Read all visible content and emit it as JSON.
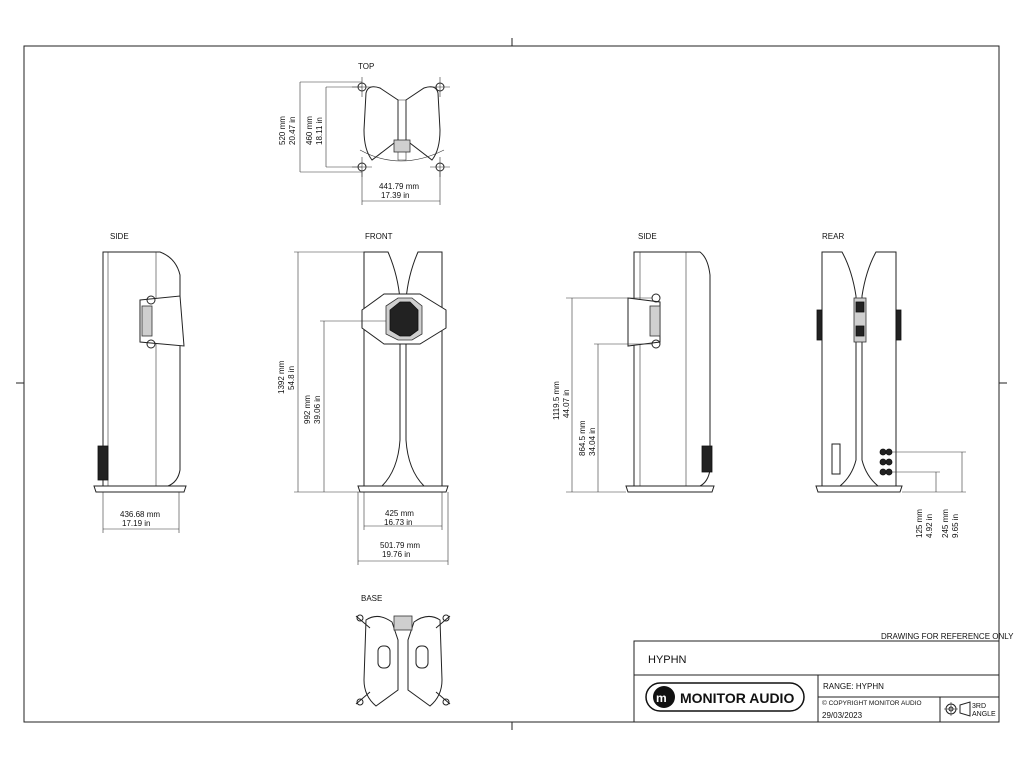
{
  "views": {
    "top": "TOP",
    "side_left": "SIDE",
    "front": "FRONT",
    "side_right": "SIDE",
    "rear": "REAR",
    "base": "BASE"
  },
  "dimensions": {
    "top_depth_outer": [
      "520 mm",
      "20.47 in"
    ],
    "top_depth_inner": [
      "460 mm",
      "18.11 in"
    ],
    "top_width": [
      "441.79 mm",
      "17.39 in"
    ],
    "side_depth": [
      "436.68 mm",
      "17.19 in"
    ],
    "front_height": [
      "1392 mm",
      "54.8 in"
    ],
    "front_mid_height": [
      "992 mm",
      "39.06 in"
    ],
    "front_width_inner": [
      "425 mm",
      "16.73 in"
    ],
    "front_width_outer": [
      "501.79 mm",
      "19.76 in"
    ],
    "side_height_upper": [
      "1119.5 mm",
      "44.07 in"
    ],
    "side_height_lower": [
      "864.5 mm",
      "34.04 in"
    ],
    "rear_terminal_low": [
      "125 mm",
      "4.92 in"
    ],
    "rear_terminal_high": [
      "245 mm",
      "9.65 in"
    ]
  },
  "title_block": {
    "note": "DRAWING FOR REFERENCE ONLY",
    "product": "HYPHN",
    "brand": "MONITOR AUDIO",
    "range": "RANGE: HYPHN",
    "copyright": "© COPYRIGHT MONITOR AUDIO",
    "date": "29/03/2023",
    "projection": [
      "3RD",
      "ANGLE"
    ]
  }
}
